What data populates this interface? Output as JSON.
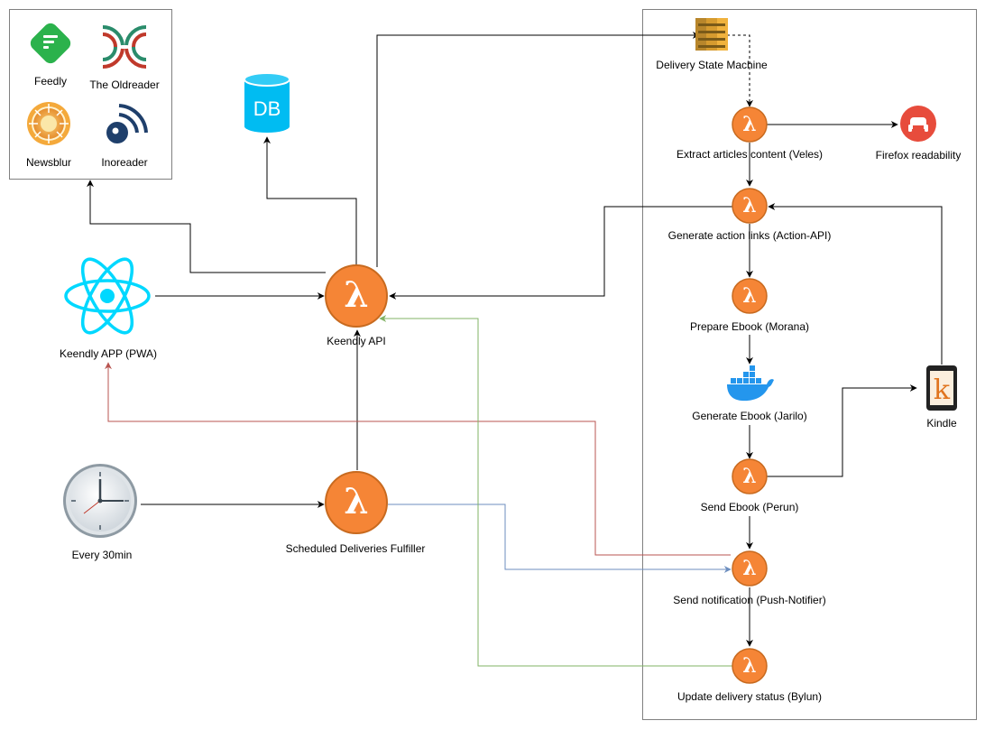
{
  "sources": {
    "feedly": "Feedly",
    "oldreader": "The Oldreader",
    "newsblur": "Newsblur",
    "inoreader": "Inoreader"
  },
  "db": {
    "label": "DB"
  },
  "app": {
    "label": "Keendly APP (PWA)"
  },
  "api": {
    "label": "Keendly API"
  },
  "clock": {
    "label": "Every 30min"
  },
  "fulfiller": {
    "label": "Scheduled Deliveries Fulfiller"
  },
  "state_machine": {
    "label": "Delivery State Machine"
  },
  "steps": {
    "extract": "Extract articles content (Veles)",
    "actions": "Generate action links (Action-API)",
    "prepare": "Prepare Ebook (Morana)",
    "generate": "Generate Ebook (Jarilo)",
    "send": "Send Ebook (Perun)",
    "notify": "Send notification (Push-Notifier)",
    "update": "Update delivery status (Bylun)"
  },
  "firefox": {
    "label": "Firefox readability"
  },
  "kindle": {
    "label": "Kindle",
    "glyph": "k"
  },
  "lambda_glyph": "λ",
  "colors": {
    "lambda": "#f58536",
    "lambda_dark": "#c86a1f",
    "react": "#00d8ff",
    "db": "#00bcf2",
    "red_edge": "#b85450",
    "blue_edge": "#6c8ebf",
    "green_edge": "#82b366"
  },
  "icons": {
    "feedly": "feedly-icon",
    "oldreader": "oldreader-icon",
    "newsblur": "newsblur-icon",
    "inoreader": "inoreader-icon",
    "db": "database-icon",
    "react": "react-icon",
    "clock": "clock-icon",
    "state_machine": "step-functions-icon",
    "firefox": "firefox-icon",
    "docker": "docker-icon",
    "kindle": "kindle-icon"
  }
}
